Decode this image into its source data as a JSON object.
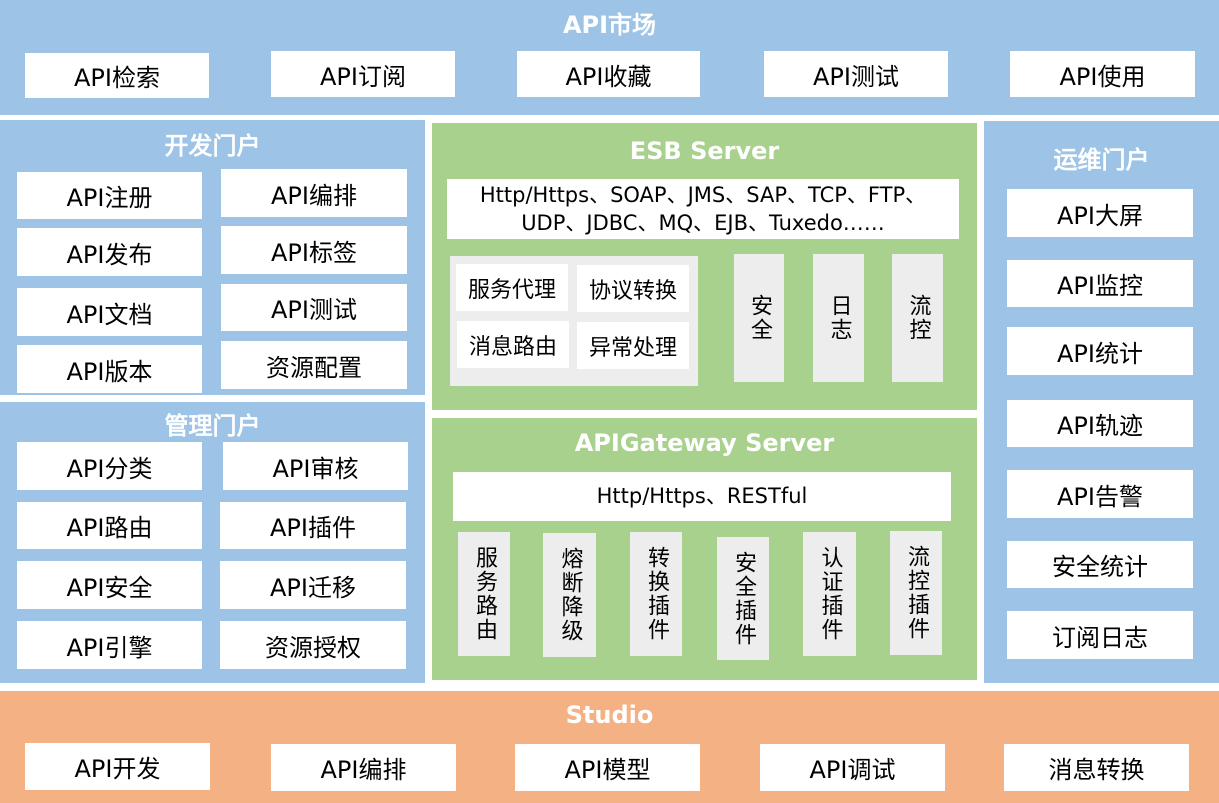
{
  "market": {
    "title": "API市场",
    "items": [
      "API检索",
      "API订阅",
      "API收藏",
      "API测试",
      "API使用"
    ]
  },
  "dev_portal": {
    "title": "开发门户",
    "left": [
      "API注册",
      "API发布",
      "API文档",
      "API版本"
    ],
    "right": [
      "API编排",
      "API标签",
      "API测试",
      "资源配置"
    ]
  },
  "mgmt_portal": {
    "title": "管理门户",
    "left": [
      "API分类",
      "API路由",
      "API安全",
      "API引擎"
    ],
    "right": [
      "API审核",
      "API插件",
      "API迁移",
      "资源授权"
    ]
  },
  "esb": {
    "title": "ESB Server",
    "protocols_line1": "Http/Https、SOAP、JMS、SAP、TCP、FTP、",
    "protocols_line2": "UDP、JDBC、MQ、EJB、Tuxedo……",
    "functions": [
      "服务代理",
      "协议转换",
      "消息路由",
      "异常处理"
    ],
    "columns": [
      "安全",
      "日志",
      "流控"
    ]
  },
  "gateway": {
    "title": "APIGateway Server",
    "protocols": "Http/Https、RESTful",
    "plugins": [
      "服务路由",
      "熔断降级",
      "转换插件",
      "安全插件",
      "认证插件",
      "流控插件"
    ]
  },
  "ops_portal": {
    "title": "运维门户",
    "items": [
      "API大屏",
      "API监控",
      "API统计",
      "API轨迹",
      "API告警",
      "安全统计",
      "订阅日志"
    ]
  },
  "studio": {
    "title": "Studio",
    "items": [
      "API开发",
      "API编排",
      "API模型",
      "API调试",
      "消息转换"
    ]
  },
  "colors": {
    "portal_blue": "#9dc3e6",
    "server_green": "#a9d18e",
    "studio_orange": "#f4b183",
    "module_gray": "#ededed"
  }
}
